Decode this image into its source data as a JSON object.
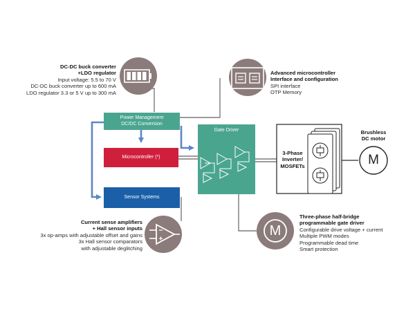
{
  "colors": {
    "teal": "#4aa58f",
    "tealDark": "#2e8a74",
    "red": "#d01f3c",
    "blue": "#1b5fa8",
    "arrow": "#5b87c4",
    "iconCircle": "#8c7b7b",
    "line": "#7a7a7a"
  },
  "blocks": {
    "power": [
      "Power Management",
      "DC/DC Conversion"
    ],
    "micro": "Microcontroller (*)",
    "sensor": "Sensor Systems",
    "gate": "Gate Driver",
    "inverter": [
      "3-Phase",
      "Inverter/",
      "MOSFETs"
    ],
    "motor": [
      "Brushless",
      "DC motor"
    ],
    "motor_symbol": "M",
    "gate_icon_symbol": "M"
  },
  "callouts": {
    "dcdc": {
      "title": [
        "DC-DC buck converter",
        "+LDO regulator"
      ],
      "lines": [
        "Input voltage: 5.5 to 70 V",
        "DC-DC buck converter up to 600 mA",
        "LDO regulator 3.3 or 5 V up to 300 mA"
      ]
    },
    "mcu": {
      "title": [
        "Advanced microcontroller",
        "Interface and configuration"
      ],
      "lines": [
        "SPI interface",
        "OTP Memory"
      ]
    },
    "sense": {
      "title": [
        "Current sense amplifiers",
        "+ Hall sensor inputs"
      ],
      "lines": [
        "3x op-amps with adjustable offset and gains",
        "3x  Hall sensor comparators",
        "with adjustable deglitching"
      ]
    },
    "halfbridge": {
      "title": [
        "Three-phase half-bridge",
        "programmable gate driver"
      ],
      "lines": [
        "Configurable drive voltage + current",
        "Multiple PWM modes",
        "Programmable dead time",
        "Smart protection"
      ]
    }
  },
  "icons": [
    "battery-icon",
    "microcontroller-icon",
    "opamp-icon",
    "motor-driver-icon"
  ]
}
